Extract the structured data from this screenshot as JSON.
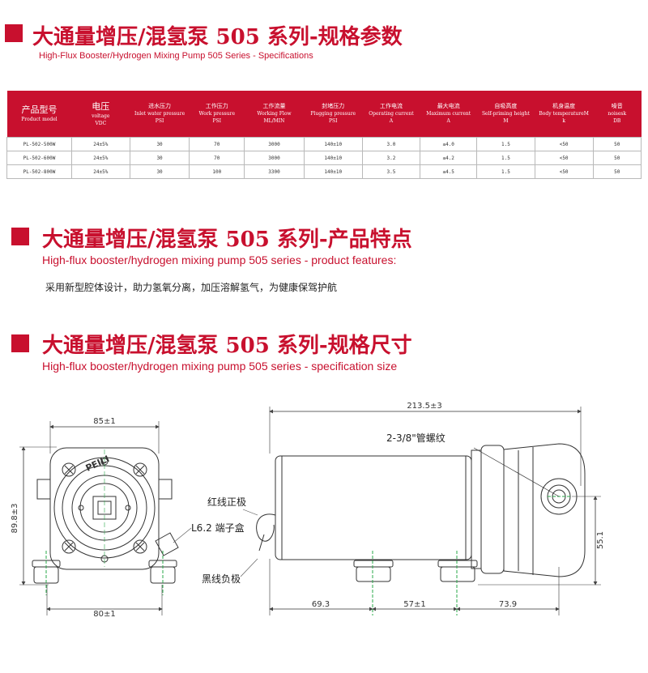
{
  "section1": {
    "title_cn": "大通量增压/混氢泵 505 系列-规格参数",
    "title_en": "High-Flux Booster/Hydrogen Mixing Pump 505 Series - Specifications"
  },
  "spec_table": {
    "headers": [
      {
        "cn": "产品型号",
        "en": "Product model",
        "unit": ""
      },
      {
        "cn": "电压",
        "en": "voltage",
        "unit": "VDC"
      },
      {
        "cn": "进水压力",
        "en": "Inlet water pressure",
        "unit": "PSI"
      },
      {
        "cn": "工作压力",
        "en": "Work pressure",
        "unit": "PSI"
      },
      {
        "cn": "工作流量",
        "en": "Working Flow",
        "unit": "ML/MIN"
      },
      {
        "cn": "封堵压力",
        "en": "Plugging pressure",
        "unit": "PSI"
      },
      {
        "cn": "工作电流",
        "en": "Operating current",
        "unit": "A"
      },
      {
        "cn": "最大电流",
        "en": "Maximum current",
        "unit": "A"
      },
      {
        "cn": "自吸高度",
        "en": "Self-priming height",
        "unit": "M"
      },
      {
        "cn": "机身温度",
        "en": "Body temperatureM",
        "unit": "k"
      },
      {
        "cn": "噪音",
        "en": "noisesk",
        "unit": "DB"
      }
    ],
    "rows": [
      [
        "PL-502-500W",
        "24±5%",
        "30",
        "70",
        "3000",
        "140±10",
        "3.0",
        "≤4.0",
        "1.5",
        "<50",
        "50"
      ],
      [
        "PL-502-600W",
        "24±5%",
        "30",
        "70",
        "3000",
        "140±10",
        "3.2",
        "≤4.2",
        "1.5",
        "<50",
        "50"
      ],
      [
        "PL-502-800W",
        "24±5%",
        "30",
        "100",
        "3300",
        "140±10",
        "3.5",
        "≤4.5",
        "1.5",
        "<50",
        "50"
      ]
    ]
  },
  "section2": {
    "title_cn": "大通量增压/混氢泵 505 系列-产品特点",
    "title_en": "High-flux booster/hydrogen mixing pump 505 series - product features:",
    "description": "采用新型腔体设计，助力氢氧分离，加压溶解氢气，为健康保驾护航"
  },
  "section3": {
    "title_cn": "大通量增压/混氢泵 505 系列-规格尺寸",
    "title_en": "High-flux booster/hydrogen mixing pump 505 series - specification size"
  },
  "drawing": {
    "front": {
      "width_top": "85±1",
      "width_bottom": "80±1",
      "height": "89.8±3",
      "brand": "PEILI"
    },
    "side": {
      "length_total": "213.5±3",
      "port_label": "2-3/8\"管螺纹",
      "seg1": "69.3",
      "seg2": "57±1",
      "seg3": "73.9",
      "height_port": "55.1"
    },
    "callouts": {
      "red_wire": "红线正极",
      "terminal": "L6.2 端子盒",
      "black_wire": "黑线负极"
    }
  },
  "colors": {
    "accent": "#c8102e",
    "table_border": "#b9b9b9"
  }
}
